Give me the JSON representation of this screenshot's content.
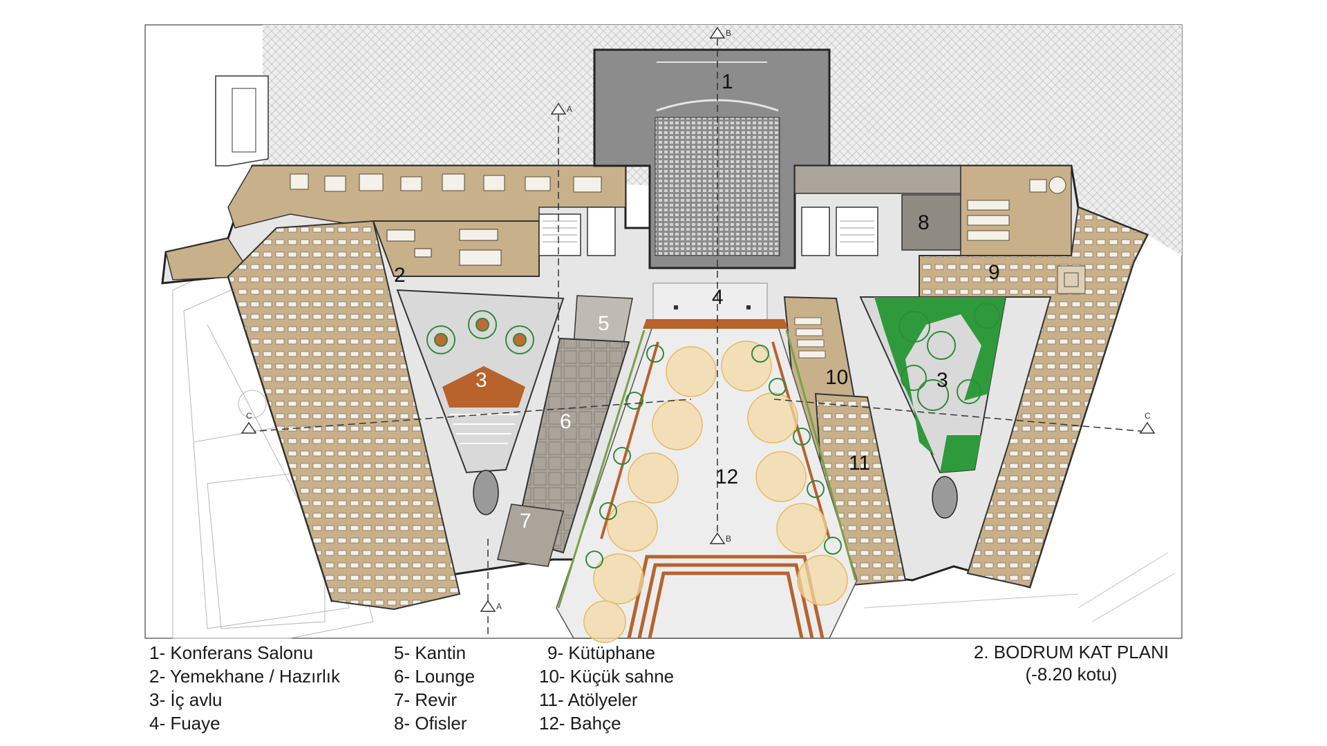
{
  "plan": {
    "title": "2. BODRUM KAT PLANI",
    "subtitle": "(-8.20 kotu)"
  },
  "room_labels": {
    "r1": "1",
    "r2": "2",
    "r3a": "3",
    "r3b": "3",
    "r4": "4",
    "r5": "5",
    "r6": "6",
    "r7": "7",
    "r8": "8",
    "r9": "9",
    "r10": "10",
    "r11": "11",
    "r12": "12"
  },
  "section_marks": {
    "a_top": "A",
    "a_bottom": "A",
    "b_top": "B",
    "b_mid": "B",
    "c_left": "C",
    "c_right": "C"
  },
  "legend": {
    "col1": [
      "1- Konferans Salonu",
      "2- Yemekhane / Hazırlık",
      "3- İç avlu",
      "4- Fuaye"
    ],
    "col2": [
      "5- Kantin",
      "6- Lounge",
      "7- Revir",
      "8- Ofisler"
    ],
    "col3": [
      "9- Kütüphane",
      "10- Küçük sahne",
      "11- Atölyeler",
      "12- Bahçe"
    ]
  },
  "colors": {
    "wood": "#c8b08a",
    "conference": "#8c8c8c",
    "gray_room": "#a8a39b",
    "corridor": "#ececec",
    "courtyard_green": "#2f9a3c",
    "terrace_orange": "#b8622c",
    "tree_yellow": "#f3d9a6"
  }
}
